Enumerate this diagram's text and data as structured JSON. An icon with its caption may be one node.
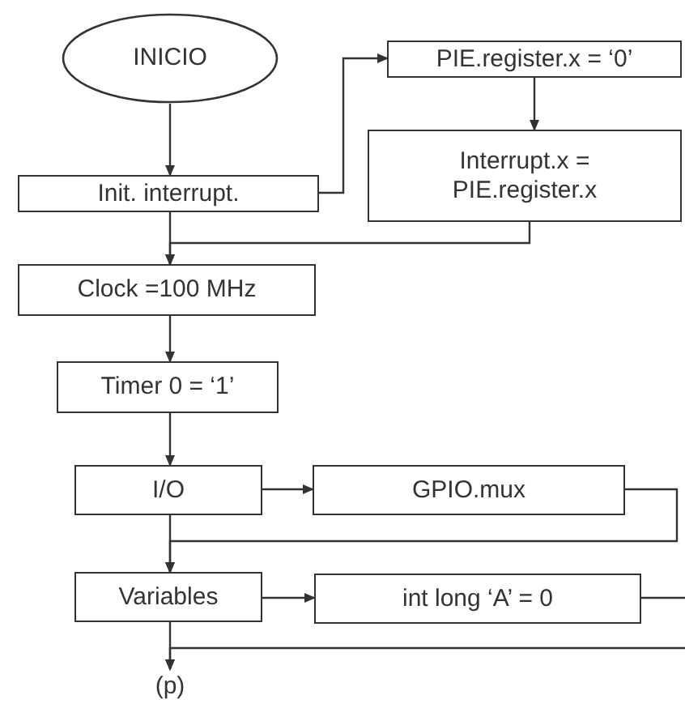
{
  "diagram": {
    "nodes": [
      {
        "text": [
          "INICIO"
        ]
      },
      {
        "text": [
          "Init. interrupt."
        ]
      },
      {
        "text": [
          "PIE.register.x = ‘0’"
        ]
      },
      {
        "text": [
          "Interrupt.x = PIE.register.x"
        ]
      },
      {
        "text": [
          "Clock =100 MHz"
        ]
      },
      {
        "text": [
          "Timer 0 = ‘1’"
        ]
      },
      {
        "text": [
          "I/O"
        ]
      },
      {
        "text": [
          "GPIO.mux"
        ]
      },
      {
        "text": [
          "Variables"
        ]
      },
      {
        "text": [
          "int long ‘A’ = 0"
        ]
      },
      {
        "text": [
          "(p)"
        ]
      }
    ],
    "edges": [
      {
        "from": 0,
        "to": 1,
        "arrow": "to"
      },
      {
        "from": 1,
        "to": 2,
        "arrow": "to"
      },
      {
        "from": 2,
        "to": 3,
        "arrow": "to"
      },
      {
        "from": 1,
        "to": 4,
        "arrow": "to"
      },
      {
        "from": 3,
        "to": 4,
        "arrow": "to"
      },
      {
        "from": 4,
        "to": 5,
        "arrow": "to"
      },
      {
        "from": 5,
        "to": 6,
        "arrow": "to"
      },
      {
        "from": 6,
        "to": 7,
        "arrow": "to"
      },
      {
        "from": 7,
        "to": 8,
        "arrow": "to"
      },
      {
        "from": 6,
        "to": 8,
        "arrow": "to"
      },
      {
        "from": 8,
        "to": 9,
        "arrow": "to"
      },
      {
        "from": 9,
        "to": null,
        "arrow": "none"
      },
      {
        "from": null,
        "to": 10,
        "arrow": "to"
      },
      {
        "from": 8,
        "to": 10,
        "arrow": "to"
      }
    ]
  }
}
